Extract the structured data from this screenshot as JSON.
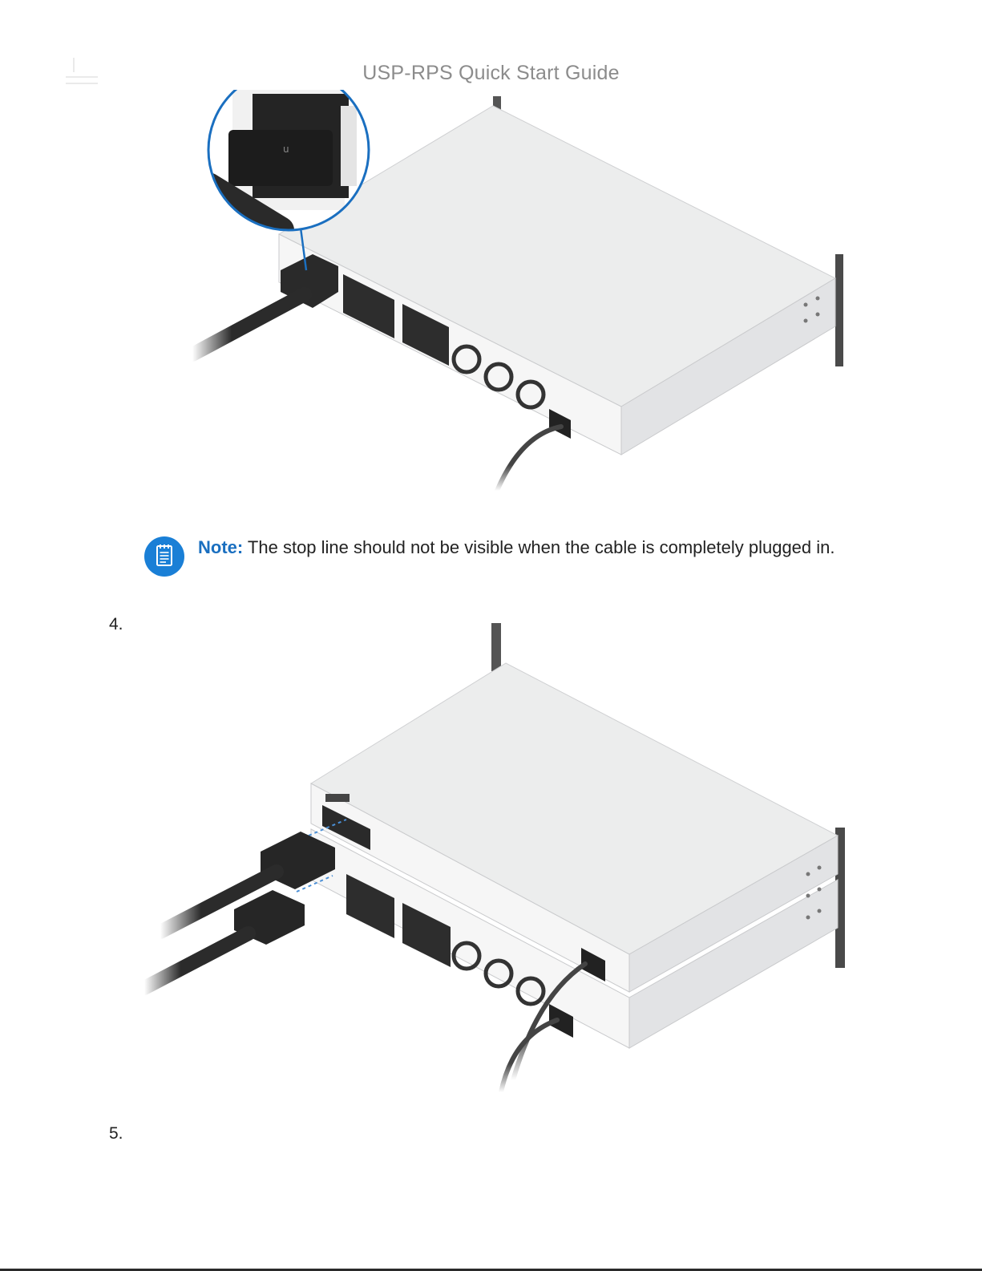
{
  "header": {
    "title": "USP-RPS Quick Start Guide"
  },
  "note": {
    "label": "Note:",
    "text": " The stop line should not be visible when the cable is completely plugged in."
  },
  "steps": [
    {
      "number": "4."
    },
    {
      "number": "5."
    }
  ],
  "colors": {
    "accent": "#1a7fd6",
    "device": "#e9eaec",
    "cable": "#2b2b2b"
  },
  "icons": [
    "note-icon"
  ]
}
